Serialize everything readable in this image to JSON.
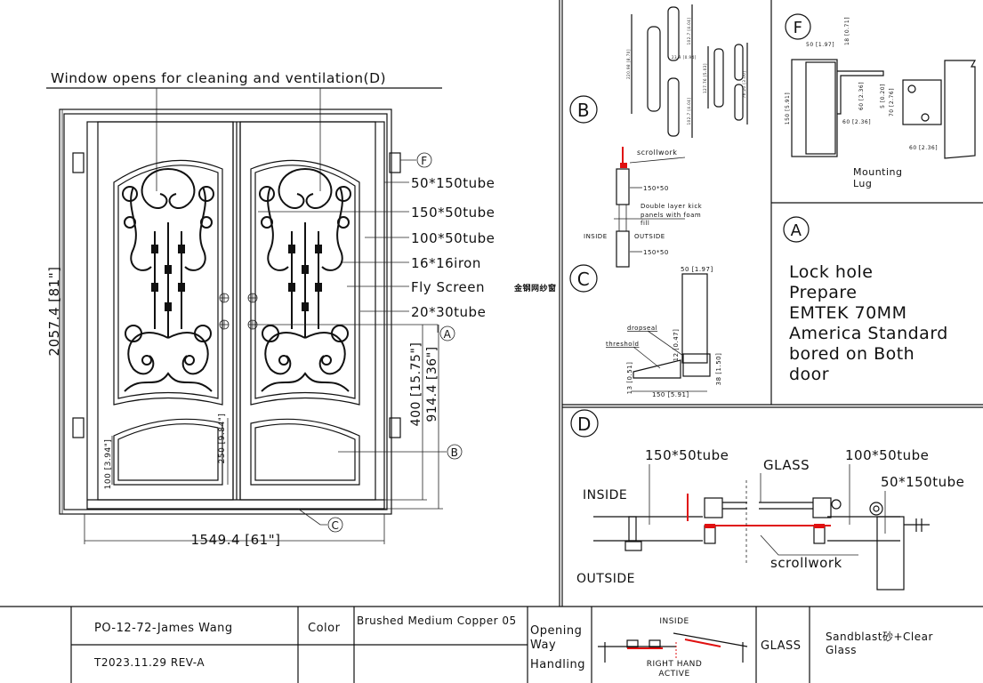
{
  "main_view": {
    "title": "Window opens for cleaning and ventilation(D)",
    "callouts": [
      "50*150tube",
      "150*50tube",
      "100*50tube",
      "16*16iron",
      "Fly Screen",
      "20*30tube"
    ],
    "fly_screen_cn": "金钢网纱窗",
    "dims": {
      "height": "2057.4 [81\"]",
      "width": "1549.4 [61\"]",
      "lock_height": "914.4 [36\"]",
      "kick_height": "400 [15.75\"]",
      "kick_inner": "250 [9.84\"]",
      "kick_bottom": "100 [3.94\"]"
    },
    "markers": {
      "F": "F",
      "A": "A",
      "B": "B",
      "C": "C"
    }
  },
  "detail_b": {
    "marker": "B",
    "dims": [
      "220.98 [8.70]",
      "102.7 [4.04]",
      "23.9 [0.94]",
      "102.7 [4.04]",
      "127.76 [5.03]",
      "76.20 [3.00]"
    ]
  },
  "detail_kick": {
    "scrollwork": "scrollwork",
    "tube_upper": "150*50",
    "note_line1": "Double layer kick",
    "note_line2": "panels with foam",
    "note_line3": "fill",
    "inside": "INSIDE",
    "outside": "OUTSIDE",
    "tube_lower": "150*50"
  },
  "detail_c": {
    "marker": "C",
    "dim_top": "50 [1.97]",
    "dropseal": "dropseal",
    "threshold": "threshold",
    "dim_12": "12 [0.47]",
    "dim_13": "13 [0.51]",
    "dim_38": "38 [1.50]",
    "dim_150": "150 [5.91]"
  },
  "detail_f": {
    "marker": "F",
    "dim_50": "50 [1.97]",
    "dim_18": "18 [0.71]",
    "dim_150": "150 [5.91]",
    "dim_60v": "60 [2.36]",
    "dim_5": "5 [0.20]",
    "dim_70": "70 [2.76]",
    "dim_60a": "60 [2.36]",
    "dim_60b": "60 [2.36]",
    "label_line1": "Mounting",
    "label_line2": "Lug"
  },
  "detail_a": {
    "marker": "A",
    "lines": [
      "Lock hole",
      "Prepare",
      "EMTEK 70MM",
      "America Standard",
      "bored on Both",
      "door"
    ]
  },
  "detail_d": {
    "marker": "D",
    "tube_left": "150*50tube",
    "glass": "GLASS",
    "tube_mid": "100*50tube",
    "tube_right": "50*150tube",
    "inside": "INSIDE",
    "outside": "OUTSIDE",
    "scrollwork": "scrollwork"
  },
  "title_block": {
    "po": "PO-12-72-James Wang",
    "revision": "T2023.11.29 REV-A",
    "color_label": "Color",
    "color_value": "Brushed Medium Copper 05",
    "opening_label_1": "Opening",
    "opening_label_2": "Way",
    "handling_label": "Handling",
    "handing_inside": "INSIDE",
    "handing_line1": "RIGHT HAND",
    "handing_line2": "ACTIVE",
    "glass_label": "GLASS",
    "glass_value_1": "Sandblast砂+Clear",
    "glass_value_2": "Glass"
  },
  "colors": {
    "line": "#111111",
    "highlight": "#e01010",
    "background": "#ffffff"
  }
}
